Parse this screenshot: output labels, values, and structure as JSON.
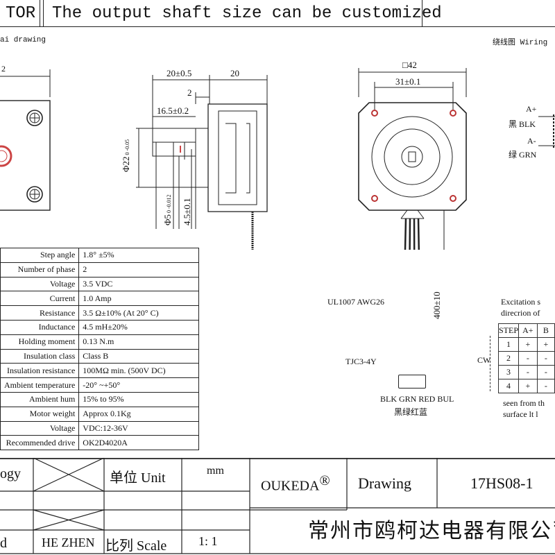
{
  "header": {
    "title_fragment": "TOR",
    "subtitle": "The output shaft size can be customized"
  },
  "drawing_label": "ai drawing",
  "wiring_label": "绕线图 Wiring",
  "dims": {
    "left_top": "2",
    "side_20": "20±0.5",
    "side_20b": "20",
    "side_2": "2",
    "side_165": "16.5±0.2",
    "side_dia22": "Φ22",
    "side_dia22_tol": "0 -0.05",
    "side_dia5": "Φ5",
    "side_dia5_tol": "0 -0.012",
    "side_45": "4.5±0.1",
    "front_42": "□42",
    "front_31": "31±0.1",
    "cable_len": "400±10",
    "cable_ul": "UL1007 AWG26",
    "connector": "TJC3-4Y",
    "wire_colors": "BLK GRN RED BUL",
    "wire_colors_cn": "黑绿红蓝"
  },
  "wiring": {
    "a_plus": "A+",
    "blk": "黑 BLK",
    "a_minus": "A-",
    "grn": "绿 GRN"
  },
  "specs": [
    {
      "key": "Step angle",
      "value": "1.8° ±5%"
    },
    {
      "key": "Number of phase",
      "value": "2"
    },
    {
      "key": "Voltage",
      "value": "3.5 VDC"
    },
    {
      "key": "Current",
      "value": "1.0 Amp"
    },
    {
      "key": "Resistance",
      "value": "3.5 Ω±10% (At 20° C)"
    },
    {
      "key": "Inductance",
      "value": "4.5 mH±20%"
    },
    {
      "key": "Holding moment",
      "value": "0.13 N.m"
    },
    {
      "key": "Insulation class",
      "value": "Class B"
    },
    {
      "key": "Insulation resistance",
      "value": "100MΩ min. (500V DC)"
    },
    {
      "key": "Ambient temperature",
      "value": "-20° ~+50°"
    },
    {
      "key": "Ambient hum",
      "value": "15% to 95%"
    },
    {
      "key": "Motor weight",
      "value": "Approx 0.1Kg"
    },
    {
      "key": "Voltage",
      "value": "VDC:12-36V"
    },
    {
      "key": "Recommended drive",
      "value": "OK2D4020A"
    }
  ],
  "excitation": {
    "title_line1": "Excitation s",
    "title_line2": "direcrion of",
    "cw_label": "CW",
    "headers": [
      "STEP",
      "A+",
      "B"
    ],
    "rows": [
      [
        "1",
        "+",
        "+"
      ],
      [
        "2",
        "-",
        "-"
      ],
      [
        "3",
        "-",
        "-"
      ],
      [
        "4",
        "+",
        "-"
      ]
    ],
    "note_line1": "seen from th",
    "note_line2": "surface lt l"
  },
  "title_block": {
    "ogy": "ogy",
    "unit_label": "单位 Unit",
    "unit_value": "mm",
    "brand": "OUKEDA",
    "brand_mark": "®",
    "drawing": "Drawing",
    "part_no": "17HS08-1",
    "d_label": "d",
    "designer": "HE ZHEN",
    "scale_label": "比列 Scale",
    "scale_value": "1: 1",
    "company": "常州市鸥柯达电器有限公司"
  }
}
